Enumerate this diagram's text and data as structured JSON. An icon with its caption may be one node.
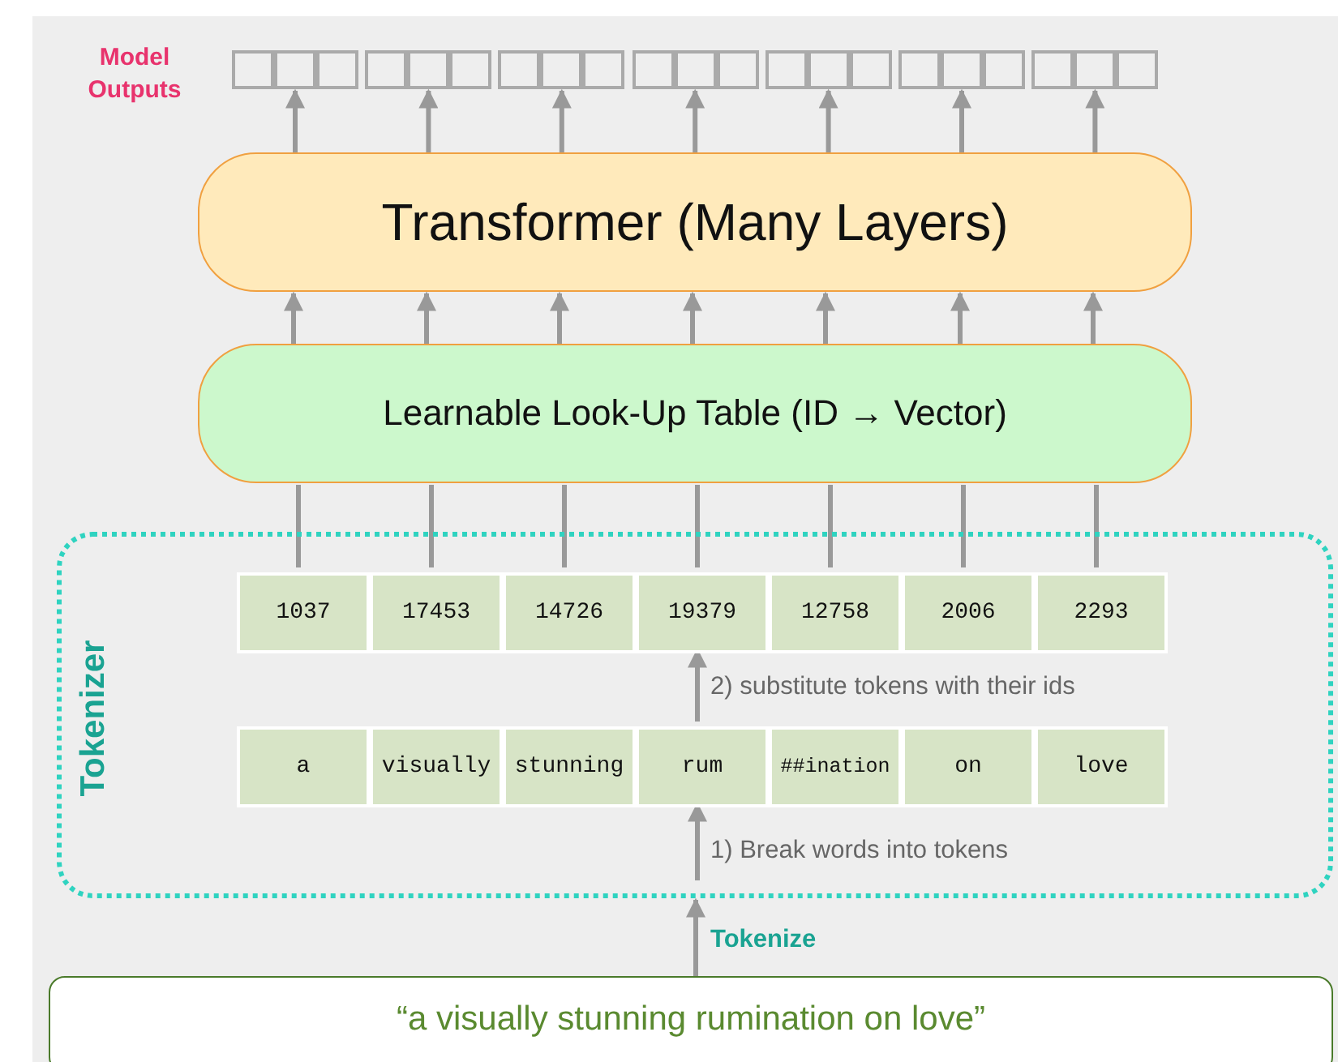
{
  "diagram": {
    "nodes": [
      {
        "text": [],
        "shape": "box"
      },
      {
        "text": [],
        "shape": "box"
      },
      {
        "text": [],
        "shape": "box"
      },
      {
        "text": [],
        "shape": "box"
      },
      {
        "text": [],
        "shape": "box"
      },
      {
        "text": [],
        "shape": "box"
      },
      {
        "text": [],
        "shape": "box"
      },
      {
        "text": [],
        "shape": "box"
      },
      {
        "text": [],
        "shape": "box"
      },
      {
        "text": [],
        "shape": "box"
      },
      {
        "text": [],
        "shape": "box"
      },
      {
        "text": [],
        "shape": "box"
      },
      {
        "text": [],
        "shape": "box"
      },
      {
        "text": [],
        "shape": "box"
      },
      {
        "text": [],
        "shape": "box"
      },
      {
        "text": [],
        "shape": "box"
      },
      {
        "text": [],
        "shape": "box"
      },
      {
        "text": [],
        "shape": "box"
      },
      {
        "text": [],
        "shape": "box"
      },
      {
        "text": [],
        "shape": "box"
      },
      {
        "text": [],
        "shape": "box"
      },
      {
        "text": [
          "Transformer (Many Layers)"
        ]
      },
      {
        "text": [
          "Learnable Look-Up Table (ID → Vector)"
        ]
      },
      {
        "text": [
          "Tokenizer"
        ]
      },
      {
        "text": [
          "1037"
        ],
        "in": 23
      },
      {
        "text": [
          "17453"
        ],
        "in": 23
      },
      {
        "text": [
          "14726"
        ],
        "in": 23
      },
      {
        "text": [
          "19379"
        ],
        "in": 23
      },
      {
        "text": [
          "12758"
        ],
        "in": 23
      },
      {
        "text": [
          "2006"
        ],
        "in": 23
      },
      {
        "text": [
          "2293"
        ],
        "in": 23
      },
      {
        "text": [
          "a"
        ],
        "in": 23
      },
      {
        "text": [
          "visually"
        ],
        "in": 23
      },
      {
        "text": [
          "stunning"
        ],
        "in": 23
      },
      {
        "text": [
          "rum"
        ],
        "in": 23
      },
      {
        "text": [
          "##ination"
        ],
        "in": 23
      },
      {
        "text": [
          "on"
        ],
        "in": 23
      },
      {
        "text": [
          "love"
        ],
        "in": 23
      },
      {
        "text": [
          "“a visually stunning rumination on love”"
        ]
      }
    ],
    "edges": [
      {
        "from": 21,
        "to": 1,
        "arrow": "to"
      },
      {
        "from": 21,
        "to": 4,
        "arrow": "to"
      },
      {
        "from": 21,
        "to": 7,
        "arrow": "to"
      },
      {
        "from": 21,
        "to": 10,
        "arrow": "to"
      },
      {
        "from": 21,
        "to": 13,
        "arrow": "to"
      },
      {
        "from": 21,
        "to": 16,
        "arrow": "to"
      },
      {
        "from": 21,
        "to": 19,
        "arrow": "to"
      },
      {
        "from": 22,
        "to": 21,
        "arrow": "to"
      },
      {
        "from": 22,
        "to": 21,
        "arrow": "to"
      },
      {
        "from": 22,
        "to": 21,
        "arrow": "to"
      },
      {
        "from": 22,
        "to": 21,
        "arrow": "to"
      },
      {
        "from": 22,
        "to": 21,
        "arrow": "to"
      },
      {
        "from": 22,
        "to": 21,
        "arrow": "to"
      },
      {
        "from": 22,
        "to": 21,
        "arrow": "to"
      },
      {
        "from": 24,
        "to": 22,
        "arrow": "none"
      },
      {
        "from": 25,
        "to": 22,
        "arrow": "none"
      },
      {
        "from": 26,
        "to": 22,
        "arrow": "none"
      },
      {
        "from": 27,
        "to": 22,
        "arrow": "none"
      },
      {
        "from": 28,
        "to": 22,
        "arrow": "none"
      },
      {
        "from": 29,
        "to": 22,
        "arrow": "none"
      },
      {
        "from": 30,
        "to": 22,
        "arrow": "none"
      },
      {
        "from": 34,
        "to": 27,
        "arrow": "to",
        "label": "2) substitute tokens with their ids"
      },
      {
        "from": null,
        "to": 34,
        "arrow": "to",
        "label": "1) Break words into tokens"
      },
      {
        "from": 38,
        "to": 23,
        "arrow": "to",
        "label": "Tokenize"
      }
    ],
    "labels": [
      "Model Outputs"
    ]
  }
}
